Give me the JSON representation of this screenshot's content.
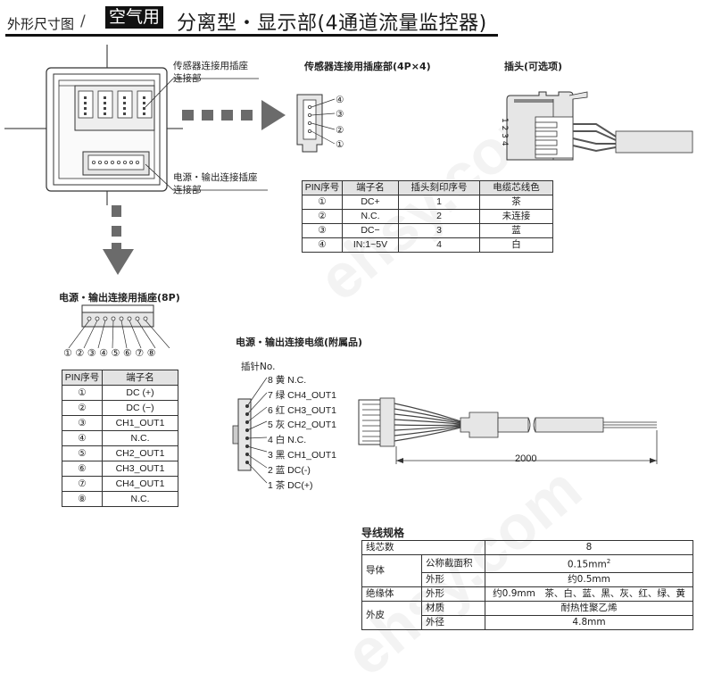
{
  "title": {
    "prefix": "外形尺寸图",
    "slash": "/",
    "badge": "空气用",
    "main": "分离型・显示部(4通道流量监控器)"
  },
  "front_view": {
    "callout_sensor_line1": "传感器连接用插座",
    "callout_sensor_line2": "连接部",
    "callout_power_line1": "电源・输出连接插座",
    "callout_power_line2": "连接部"
  },
  "sensor_socket": {
    "title": "传感器连接用插座部(4P×4)",
    "pin_marks": [
      "④",
      "③",
      "②",
      "①"
    ],
    "table": {
      "headers": [
        "PIN序号",
        "端子名",
        "插头刻印序号",
        "电缆芯线色"
      ],
      "rows": [
        [
          "①",
          "DC+",
          "1",
          "茶"
        ],
        [
          "②",
          "N.C.",
          "2",
          "未连接"
        ],
        [
          "③",
          "DC−",
          "3",
          "蓝"
        ],
        [
          "④",
          "IN:1~5V",
          "4",
          "白"
        ]
      ]
    }
  },
  "plug": {
    "title": "插头(可选项)",
    "numbers": [
      "1",
      "2",
      "3",
      "4"
    ]
  },
  "power_socket": {
    "title": "电源・输出连接用插座(8P)",
    "pin_marks": [
      "①",
      "②",
      "③",
      "④",
      "⑤",
      "⑥",
      "⑦",
      "⑧"
    ],
    "table": {
      "headers": [
        "PIN序号",
        "端子名"
      ],
      "rows": [
        [
          "①",
          "DC (+)"
        ],
        [
          "②",
          "DC (−)"
        ],
        [
          "③",
          "CH1_OUT1"
        ],
        [
          "④",
          "N.C."
        ],
        [
          "⑤",
          "CH2_OUT1"
        ],
        [
          "⑥",
          "CH3_OUT1"
        ],
        [
          "⑦",
          "CH4_OUT1"
        ],
        [
          "⑧",
          "N.C."
        ]
      ]
    }
  },
  "power_cable": {
    "title": "电源・输出连接电缆(附属品)",
    "pin_header": "插针No.",
    "pins": [
      "8 黄 N.C.",
      "7 绿 CH4_OUT1",
      "6 红 CH3_OUT1",
      "5 灰 CH2_OUT1",
      "4 白 N.C.",
      "3 黑 CH1_OUT1",
      "2 蓝 DC(-)",
      "1 茶 DC(+)"
    ],
    "length_label": "2000"
  },
  "wire_spec": {
    "title": "导线规格",
    "rows": {
      "cores_label": "线芯数",
      "cores_value": "8",
      "conductor_label": "导体",
      "conductor_area_label": "公称截面积",
      "conductor_area_value": "0.15mm",
      "conductor_area_sup": "2",
      "conductor_od_label": "外形",
      "conductor_od_value": "约0.5mm",
      "insulator_label": "绝缘体",
      "insulator_od_label": "外形",
      "insulator_od_value": "约0.9mm　茶、白、蓝、黑、灰、红、绿、黄",
      "sheath_label": "外皮",
      "sheath_material_label": "材质",
      "sheath_material_value": "耐热性聚乙烯",
      "sheath_od_label": "外径",
      "sheath_od_value": "4.8mm"
    }
  },
  "watermark": "ehsy.com"
}
